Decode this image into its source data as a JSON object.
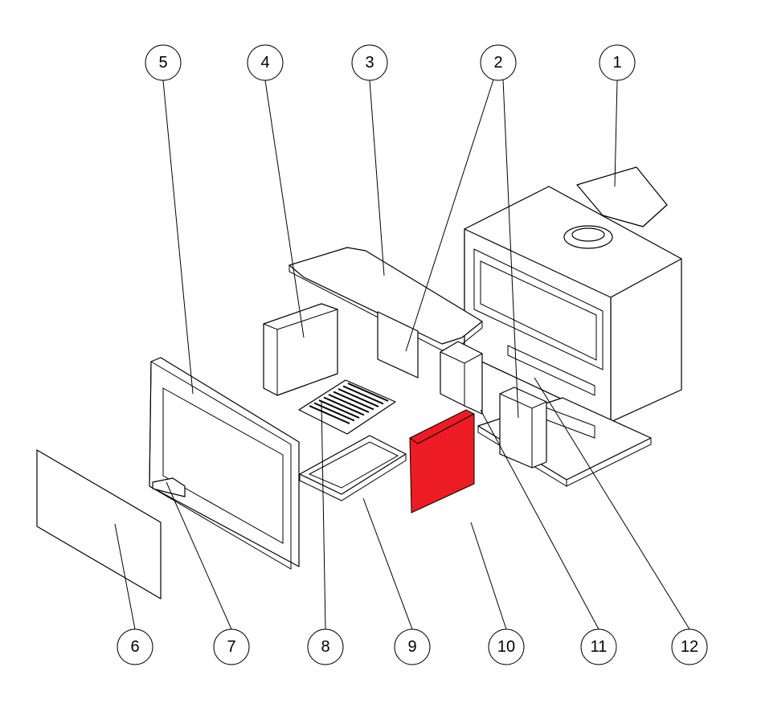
{
  "diagram": {
    "type": "exploded-assembly",
    "highlight_color": "#ed1c24",
    "balloons": [
      {
        "label": "1"
      },
      {
        "label": "2"
      },
      {
        "label": "3"
      },
      {
        "label": "4"
      },
      {
        "label": "5"
      },
      {
        "label": "6"
      },
      {
        "label": "7"
      },
      {
        "label": "8"
      },
      {
        "label": "9"
      },
      {
        "label": "10"
      },
      {
        "label": "11"
      },
      {
        "label": "12"
      }
    ]
  }
}
